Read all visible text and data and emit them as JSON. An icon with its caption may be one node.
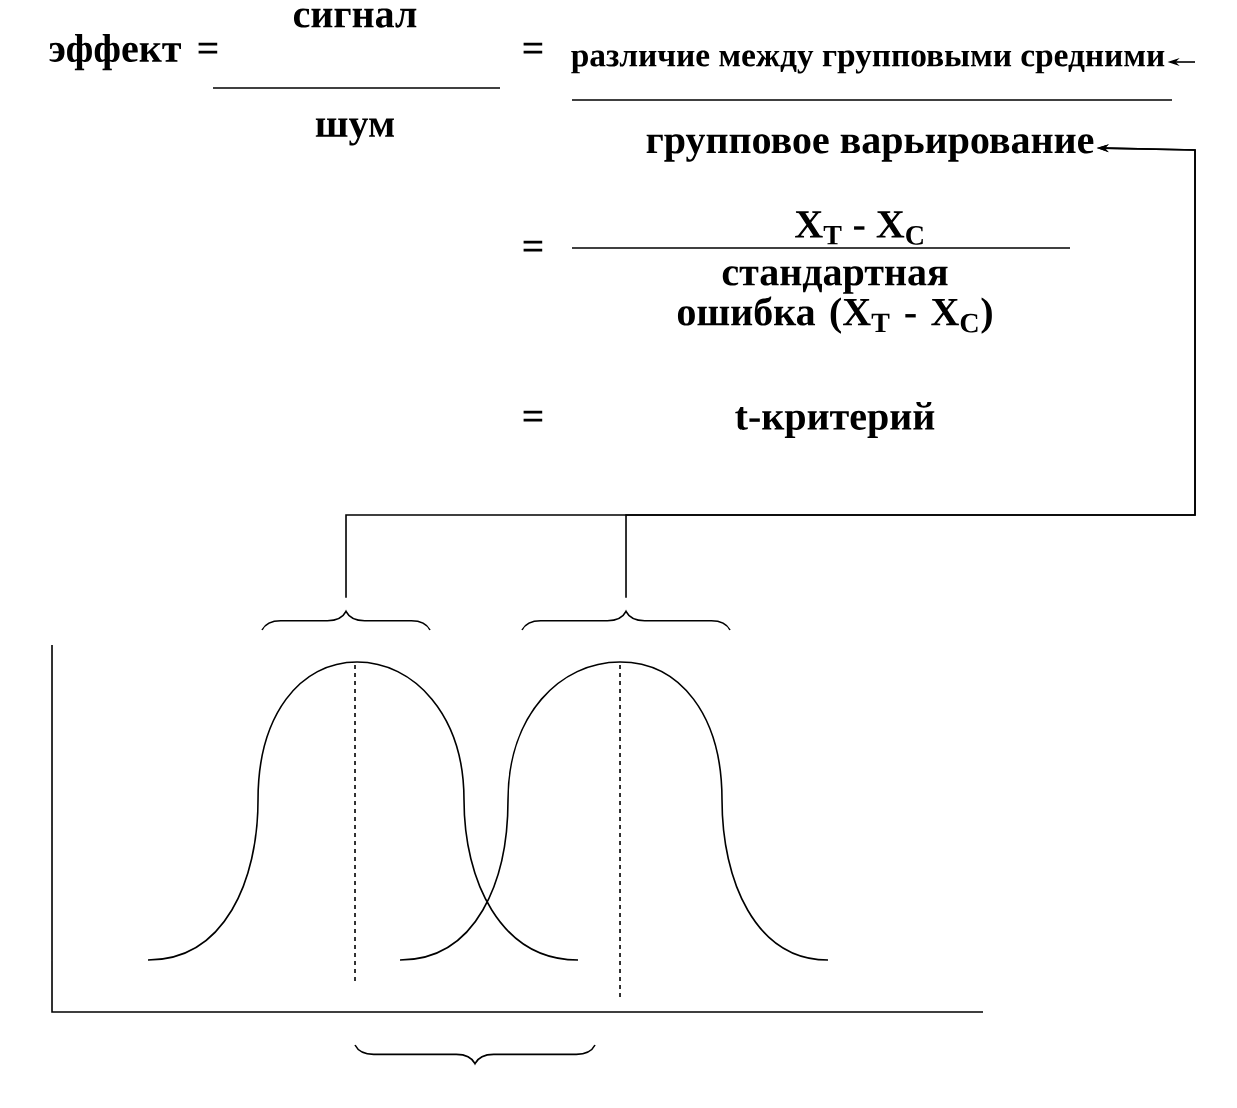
{
  "diagram": {
    "nodes": [
      {
        "text": [
          "различие между групповыми средними"
        ]
      },
      {
        "text": [
          "групповое варьирование"
        ]
      },
      {
        "text": [],
        "shape": "bracket"
      },
      {
        "text": [],
        "shape": "bracket"
      },
      {
        "text": [],
        "shape": "bracket"
      }
    ],
    "edges": [
      {
        "from": null,
        "to": 0,
        "arrow": "to"
      },
      {
        "from": 2,
        "to": 1,
        "arrow": "to"
      },
      {
        "from": 3,
        "to": 1,
        "arrow": "to"
      }
    ],
    "labels": [
      "сигнал",
      "эффект",
      "=",
      "=",
      "шум",
      "=",
      "X$_{T}$ - X$_{C}$",
      "стандартная ошибка (X$_{T}$ - X$_{C}$)",
      "=",
      "t-критерий"
    ]
  }
}
